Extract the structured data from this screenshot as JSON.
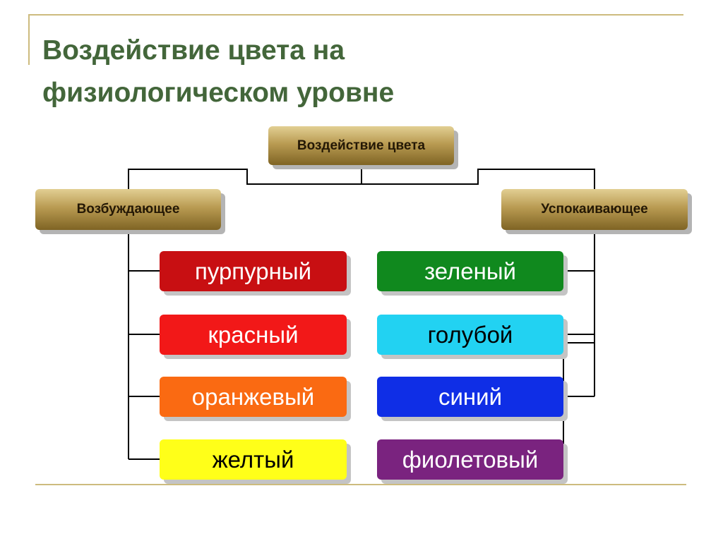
{
  "title": "Воздействие цвета на\nфизиологическом уровне",
  "root": {
    "label": "Воздействие цвета",
    "color": "#b99b52"
  },
  "categories": {
    "stimulating": {
      "label": "Возбуждающее"
    },
    "calming": {
      "label": "Успокаивающее"
    }
  },
  "stimulating_colors": [
    {
      "label": "пурпурный",
      "bg": "#c80f12",
      "fg": "#ffffff"
    },
    {
      "label": "красный",
      "bg": "#f21818",
      "fg": "#ffffff"
    },
    {
      "label": "оранжевый",
      "bg": "#fa6a12",
      "fg": "#ffffff"
    },
    {
      "label": "желтый",
      "bg": "#ffff19",
      "fg": "#000000"
    }
  ],
  "calming_colors": [
    {
      "label": "зеленый",
      "bg": "#10891e",
      "fg": "#ffffff"
    },
    {
      "label": "голубой",
      "bg": "#22d2f2",
      "fg": "#000000"
    },
    {
      "label": "синий",
      "bg": "#0f2ee6",
      "fg": "#ffffff"
    },
    {
      "label": "фиолетовый",
      "bg": "#7a237f",
      "fg": "#ffffff"
    }
  ],
  "palette": {
    "title": "#43663a",
    "gold_light": "#e2cf93",
    "gold_dark": "#7f6424",
    "rule": "#cdbb7e"
  }
}
